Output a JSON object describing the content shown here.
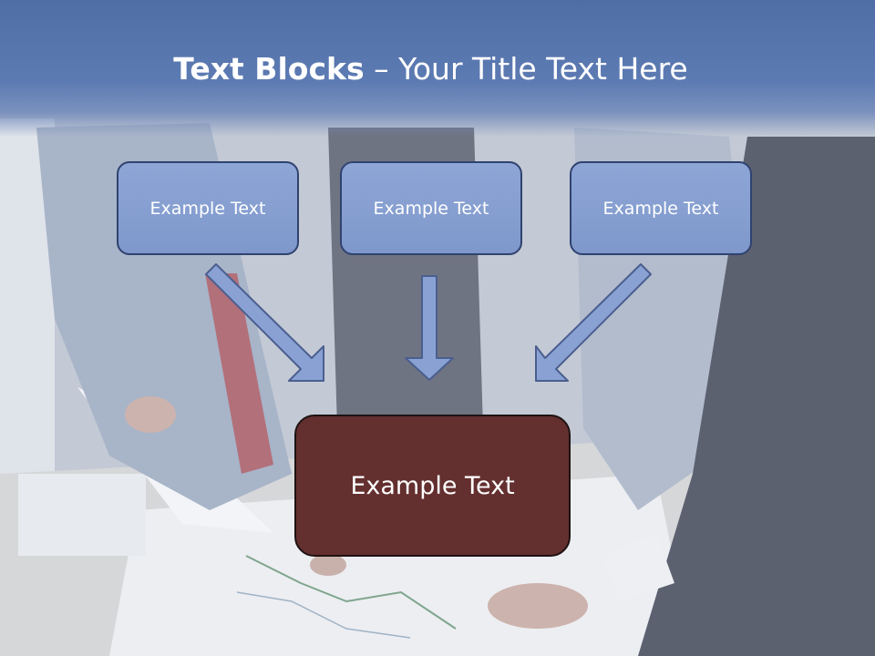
{
  "slide": {
    "title_bold": "Text Blocks",
    "title_dash": " – ",
    "title_rest": "Your Title Text Here"
  },
  "blocks": [
    {
      "label": "Example Text"
    },
    {
      "label": "Example Text"
    },
    {
      "label": "Example Text"
    }
  ],
  "center_block": {
    "label": "Example Text"
  },
  "colors": {
    "title_band": "#5d7bb3",
    "block_fill": "#8ea6d6",
    "block_border": "#2f4370",
    "center_fill": "#642f2f",
    "arrow_fill": "#8aa2d3"
  }
}
